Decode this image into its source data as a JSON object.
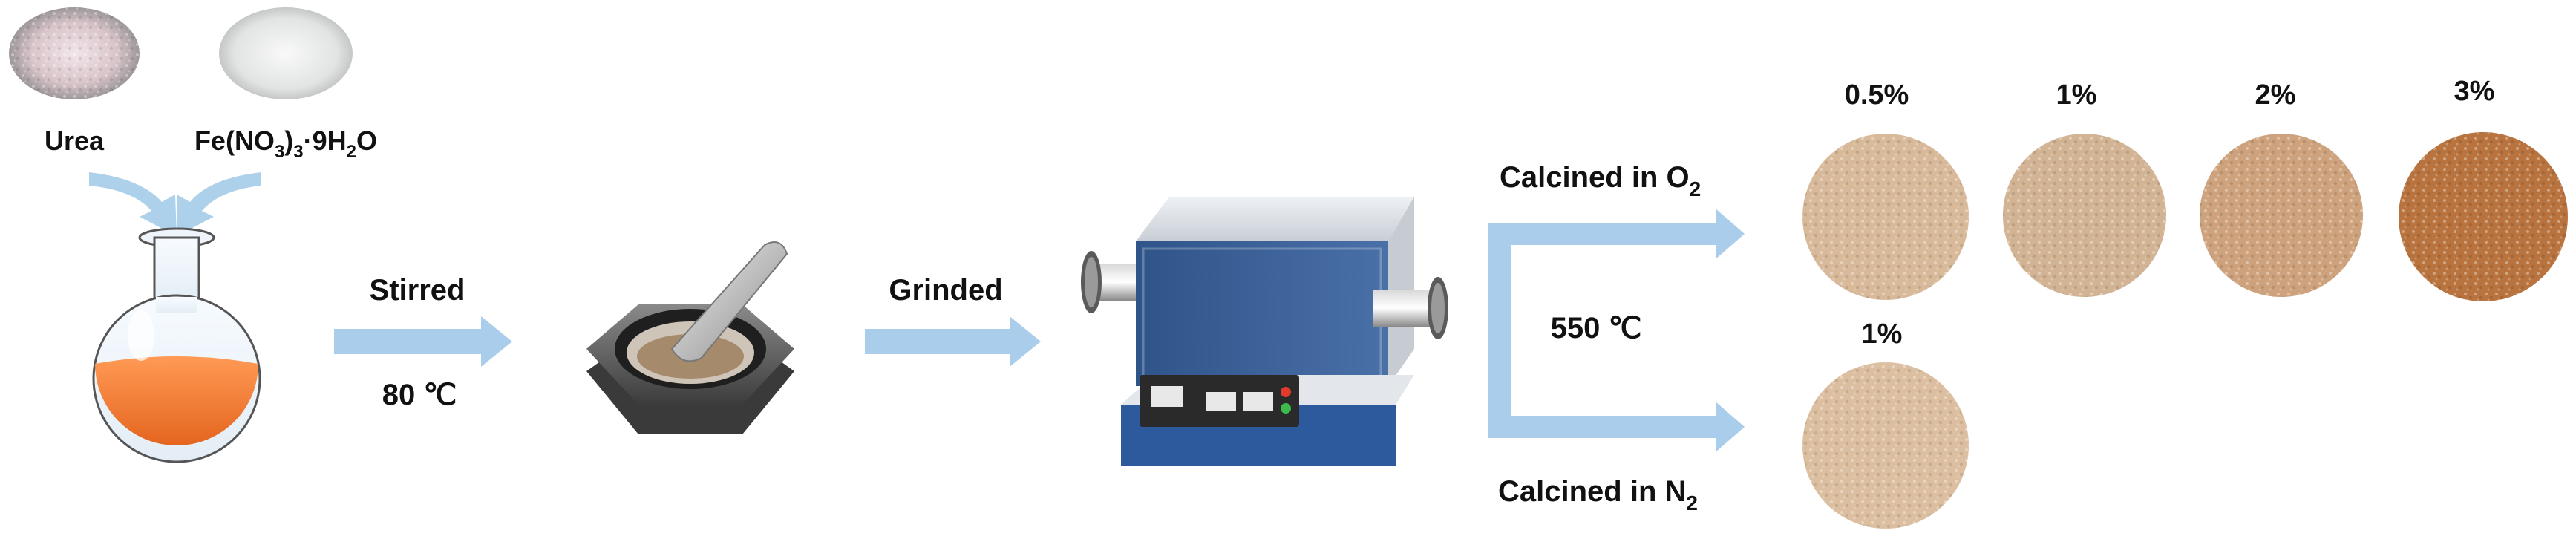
{
  "reagents": {
    "urea": "Urea",
    "iron_nitrate": {
      "main": "Fe(NO",
      "sub1": "3",
      "mid": ")",
      "sub2": "3",
      "tail": "·9H",
      "sub3": "2",
      "end": "O"
    }
  },
  "steps": {
    "stir": {
      "label": "Stirred",
      "temp": "80 ℃"
    },
    "grind": {
      "label": "Grinded"
    },
    "calcine_o2": {
      "prefix": "Calcined in O",
      "sub": "2"
    },
    "calcine_n2": {
      "prefix": "Calcined in N",
      "sub": "2"
    },
    "calcine_temp": "550 ℃"
  },
  "samples_o2": [
    {
      "label": "0.5%",
      "color": "#d8b99a"
    },
    {
      "label": "1%",
      "color": "#d2b394"
    },
    {
      "label": "2%",
      "color": "#cda27c"
    },
    {
      "label": "3%",
      "color": "#b8733e"
    }
  ],
  "samples_n2": [
    {
      "label": "1%",
      "color": "#dcbfa0"
    }
  ],
  "colors": {
    "arrow": "#a9cdea",
    "flask_liquid": "#f07f3a",
    "furnace_body": "#3b5f95",
    "furnace_top": "#d9dde3",
    "mortar": "#6f6f6f",
    "urea_photo": "#d9c9cc",
    "iron_photo": "#e4e6e5"
  }
}
